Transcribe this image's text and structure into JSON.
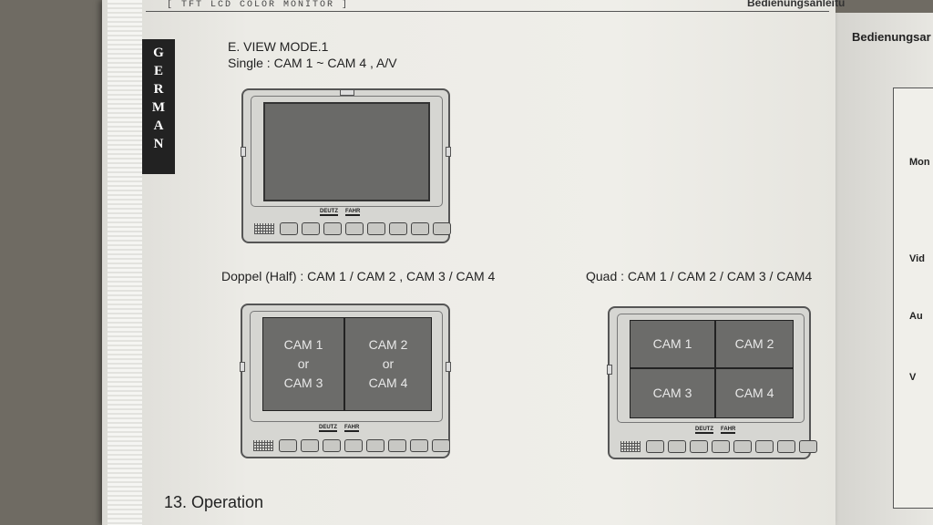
{
  "header": {
    "left_text": "[ TFT LCD COLOR MONITOR ]",
    "right_text": "Bedienungsanleitu"
  },
  "right_page": {
    "title": "Bedienungsar",
    "rows": [
      "Mon",
      "Vid",
      "Au",
      "V"
    ]
  },
  "side_tab": {
    "letters": [
      "G",
      "E",
      "R",
      "M",
      "A",
      "N"
    ]
  },
  "section": {
    "title": "E. VIEW MODE.1",
    "single_label": "Single : CAM 1 ~ CAM 4 , A/V",
    "half_label": "Doppel (Half) : CAM 1 / CAM 2 , CAM 3 / CAM 4",
    "quad_label": "Quad : CAM 1 / CAM 2 / CAM 3 / CAM4"
  },
  "monitor": {
    "brand_left": "DEUTZ",
    "brand_right": "FAHR"
  },
  "half_view": {
    "left": [
      "CAM 1",
      "or",
      "CAM 3"
    ],
    "right": [
      "CAM 2",
      "or",
      "CAM 4"
    ]
  },
  "quad_view": {
    "cells": [
      "CAM 1",
      "CAM 2",
      "CAM 3",
      "CAM 4"
    ]
  },
  "footer": {
    "text": "13. Operation"
  }
}
